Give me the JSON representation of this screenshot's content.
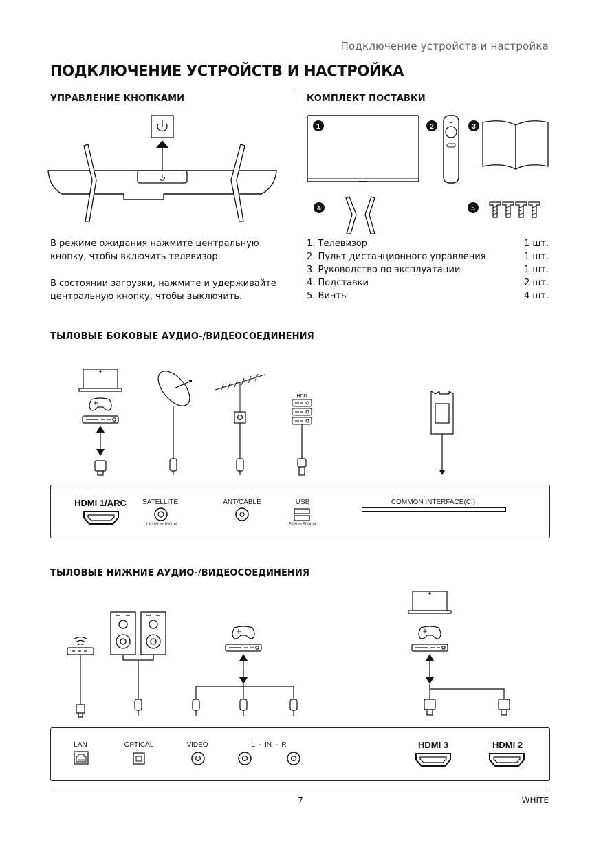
{
  "header": {
    "title": "Подключение устройств и настройка"
  },
  "page_title": "ПОДКЛЮЧЕНИЕ УСТРОЙСТВ И НАСТРОЙКА",
  "buttons_section": {
    "title": "УПРАВЛЕНИЕ КНОПКАМИ",
    "para1": "В режиме ожидания нажмите центральную кнопку, чтобы включить телевизор.",
    "para2": "В состоянии загрузки, нажмите и удерживайте центральную кнопку, чтобы выключить."
  },
  "kit_section": {
    "title": "КОМПЛЕКТ ПОСТАВКИ",
    "badges": [
      "1",
      "2",
      "3",
      "4",
      "5"
    ],
    "items": [
      {
        "name": "1. Телевизор",
        "qty": "1 шт."
      },
      {
        "name": "2. Пульт дистанционного управления",
        "qty": "1 шт."
      },
      {
        "name": "3. Руководство по эксплуатации",
        "qty": "1 шт."
      },
      {
        "name": "4. Подставки",
        "qty": "2 шт."
      },
      {
        "name": "5. Винты",
        "qty": "4 шт."
      }
    ]
  },
  "side_section": {
    "title": "ТЫЛОВЫЕ БОКОВЫЕ АУДИО-/ВИДЕОСОЕДИНЕНИЯ",
    "hdd_label": "HDD",
    "ports": {
      "hdmi1": "HDMI 1/ARC",
      "satellite": "SATELLITE",
      "satellite_spec": "13/18V ⎓ 100mA",
      "ant": "ANT/CABLE",
      "usb": "USB",
      "usb_spec": "5.0V ⎓ 500mA",
      "ci": "COMMON INTERFACE(CI)"
    }
  },
  "bottom_section": {
    "title": "ТЫЛОВЫЕ НИЖНИЕ АУДИО-/ВИДЕОСОЕДИНЕНИЯ",
    "ports": {
      "lan": "LAN",
      "optical": "OPTICAL",
      "video": "VIDEO",
      "lr": "L  -  IN  -  R",
      "hdmi3": "HDMI 3",
      "hdmi2": "HDMI 2"
    }
  },
  "footer": {
    "page_number": "7",
    "color": "WHITE"
  }
}
